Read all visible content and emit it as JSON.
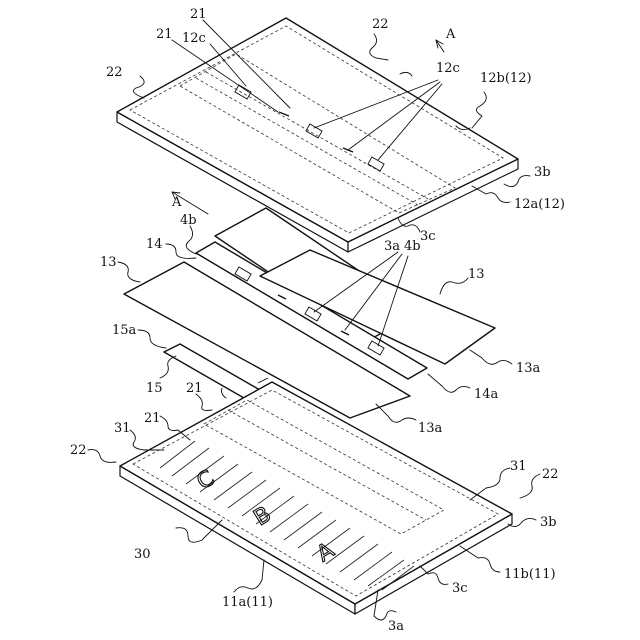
{
  "labels": {
    "l22_top_center": "22",
    "l21_top_a": "21",
    "l21_top_b": "21",
    "l12c_left": "12c",
    "lA_top": "A",
    "l22_top_left": "22",
    "l12c_right": "12c",
    "l12b": "12b(12)",
    "l3b_top": "3b",
    "l12a": "12a(12)",
    "lA_mid": "A",
    "l4b_left": "4b",
    "l3c_top": "3c",
    "l3a_mid": "3a",
    "l4b_right": "4b",
    "l14": "14",
    "l13_left": "13",
    "l13_right": "13",
    "l15a": "15a",
    "l15": "15",
    "l13a_right": "13a",
    "l14a": "14a",
    "l21_low_a": "21",
    "l21_low_b": "21",
    "l13a_low": "13a",
    "l31_left": "31",
    "l22_low_left": "22",
    "l31_right": "31",
    "l22_low_right": "22",
    "l3b_low": "3b",
    "l30": "30",
    "l11b": "11b(11)",
    "l3c_low": "3c",
    "l11a": "11a(11)",
    "l3a_low": "3a"
  },
  "tray_letters": {
    "c": "C",
    "b": "B",
    "a": "A"
  }
}
